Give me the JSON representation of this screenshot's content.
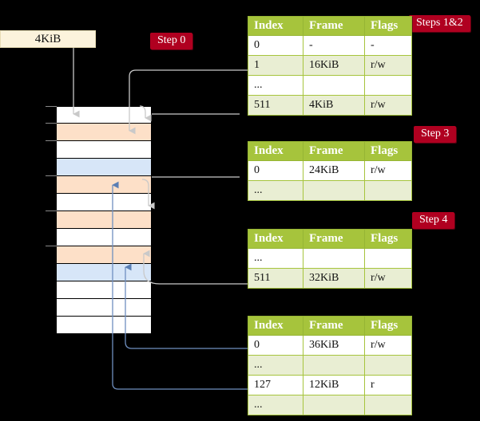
{
  "diagram": {
    "title_absent": true,
    "vaddr_box": {
      "label": "4KiB"
    },
    "badges": {
      "step0": "Step 0",
      "steps12": "Steps 1&2",
      "step3": "Step 3",
      "step4": "Step 4"
    },
    "colors": {
      "badge_bg": "#b00020",
      "table_header_bg": "#a6c43c",
      "table_alt_row_bg": "#e9eed3",
      "highlight_bg": "#f7f5a6",
      "mem_orange": "#fde0c8",
      "mem_blue": "#d7e6f8",
      "vaddr_bg": "#fcf3dc",
      "arrow_grey": "#c9c9c9",
      "arrow_blue": "#6f8fc0",
      "background": "#000000"
    }
  },
  "memory": {
    "row_count": 13,
    "rows": [
      {
        "fill": "white",
        "tick": true
      },
      {
        "fill": "orange",
        "tick": true
      },
      {
        "fill": "white",
        "tick": true
      },
      {
        "fill": "blue",
        "tick": false
      },
      {
        "fill": "orange",
        "tick": true
      },
      {
        "fill": "white",
        "tick": false
      },
      {
        "fill": "orange",
        "tick": true
      },
      {
        "fill": "white",
        "tick": false
      },
      {
        "fill": "orange",
        "tick": true
      },
      {
        "fill": "blue",
        "tick": false
      },
      {
        "fill": "white",
        "tick": false
      },
      {
        "fill": "white",
        "tick": false
      },
      {
        "fill": "white",
        "tick": false
      }
    ]
  },
  "tables": {
    "columns": [
      "Index",
      "Frame",
      "Flags"
    ],
    "pml4": {
      "name": "level-4-table",
      "headers": [
        "Index",
        "Frame",
        "Flags"
      ],
      "rows": [
        {
          "index": "0",
          "frame": "-",
          "flags": "-",
          "alt": false,
          "hl": false
        },
        {
          "index": "1",
          "frame": "16KiB",
          "flags": "r/w",
          "alt": true,
          "hl": false
        },
        {
          "index": "...",
          "frame": "",
          "flags": "",
          "alt": false,
          "hl": false
        },
        {
          "index": "511",
          "frame": "4KiB",
          "flags": "r/w",
          "alt": true,
          "hl": true
        }
      ]
    },
    "pdpt": {
      "name": "level-3-table",
      "headers": [
        "Index",
        "Frame",
        "Flags"
      ],
      "rows": [
        {
          "index": "0",
          "frame": "24KiB",
          "flags": "r/w",
          "alt": false,
          "hl": false
        },
        {
          "index": "...",
          "frame": "",
          "flags": "",
          "alt": true,
          "hl": false
        }
      ]
    },
    "pd": {
      "name": "level-2-table",
      "headers": [
        "Index",
        "Frame",
        "Flags"
      ],
      "rows": [
        {
          "index": "...",
          "frame": "",
          "flags": "",
          "alt": false,
          "hl": false
        },
        {
          "index": "511",
          "frame": "32KiB",
          "flags": "r/w",
          "alt": true,
          "hl": false
        }
      ]
    },
    "pt": {
      "name": "level-1-table",
      "headers": [
        "Index",
        "Frame",
        "Flags"
      ],
      "rows": [
        {
          "index": "0",
          "frame": "36KiB",
          "flags": "r/w",
          "alt": false,
          "hl": false
        },
        {
          "index": "...",
          "frame": "",
          "flags": "",
          "alt": true,
          "hl": false
        },
        {
          "index": "127",
          "frame": "12KiB",
          "flags": "r",
          "alt": false,
          "hl": false
        },
        {
          "index": "...",
          "frame": "",
          "flags": "",
          "alt": true,
          "hl": false
        }
      ]
    }
  }
}
